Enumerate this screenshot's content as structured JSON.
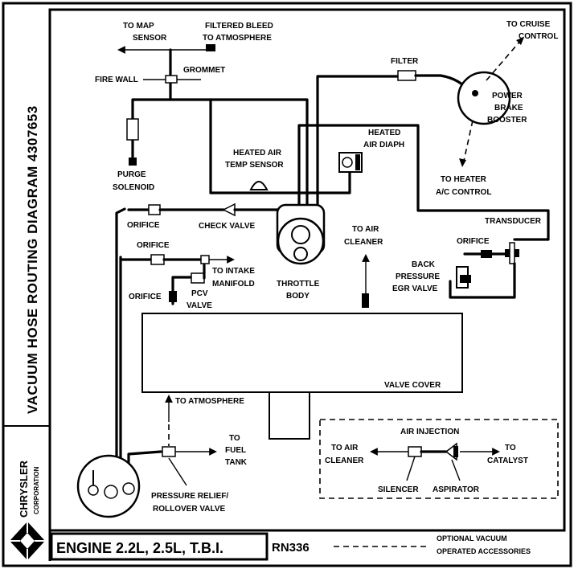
{
  "side_title": "VACUUM HOSE ROUTING DIAGRAM 4307653",
  "brand": {
    "name": "CHRYSLER",
    "sub": "CORPORATION"
  },
  "footer": {
    "engine": "ENGINE 2.2L, 2.5L, T.B.I.",
    "code": "RN336",
    "legend_line1": "OPTIONAL VACUUM",
    "legend_line2": "OPERATED ACCESSORIES"
  },
  "labels": {
    "to_map_1": "TO MAP",
    "to_map_2": "SENSOR",
    "filtered_bleed_1": "FILTERED BLEED",
    "filtered_bleed_2": "TO ATMOSPHERE",
    "grommet": "GROMMET",
    "fire_wall": "FIRE WALL",
    "filter": "FILTER",
    "to_cruise_1": "TO CRUISE",
    "to_cruise_2": "CONTROL",
    "power_1": "POWER",
    "power_2": "BRAKE",
    "power_3": "BOOSTER",
    "heated_diaph_1": "HEATED",
    "heated_diaph_2": "AIR DIAPH",
    "heated_temp_1": "HEATED AIR",
    "heated_temp_2": "TEMP SENSOR",
    "purge_1": "PURGE",
    "purge_2": "SOLENOID",
    "to_heater_1": "TO HEATER",
    "to_heater_2": "A/C CONTROL",
    "orifice_top": "ORIFICE",
    "check_valve": "CHECK VALVE",
    "to_air_cleaner_1": "TO AIR",
    "to_air_cleaner_2": "CLEANER",
    "transducer": "TRANSDUCER",
    "orifice_mid": "ORIFICE",
    "orifice_right": "ORIFICE",
    "to_intake_1": "TO INTAKE",
    "to_intake_2": "MANIFOLD",
    "back_pressure_1": "BACK",
    "back_pressure_2": "PRESSURE",
    "back_pressure_3": "EGR VALVE",
    "orifice_low": "ORIFICE",
    "pcv_1": "PCV",
    "pcv_2": "VALVE",
    "throttle_1": "THROTTLE",
    "throttle_2": "BODY",
    "valve_cover": "VALVE COVER",
    "to_atmosphere": "TO ATMOSPHERE",
    "to_fuel_1": "TO",
    "to_fuel_2": "FUEL",
    "to_fuel_3": "TANK",
    "relief_1": "PRESSURE RELIEF/",
    "relief_2": "ROLLOVER VALVE",
    "air_injection": "AIR INJECTION",
    "ai_to_air_1": "TO AIR",
    "ai_to_air_2": "CLEANER",
    "ai_to_cat_1": "TO",
    "ai_to_cat_2": "CATALYST",
    "silencer": "SILENCER",
    "aspirator": "ASPIRATOR"
  }
}
